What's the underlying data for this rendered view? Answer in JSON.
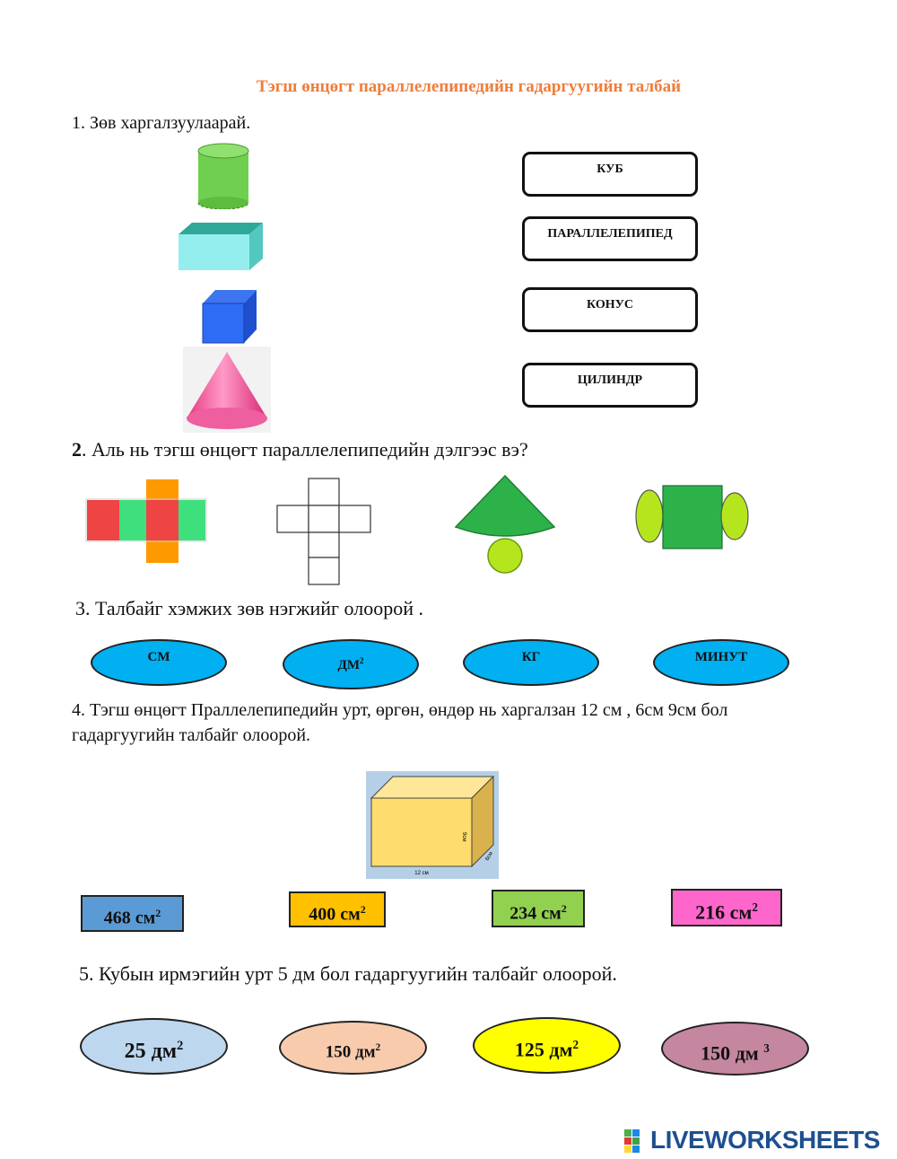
{
  "title": "Тэгш өнцөгт параллелепипедийн гадаргуугийн талбай",
  "q1": {
    "prompt": "1. Зөв харгалзуулаарай.",
    "labels": [
      {
        "text": "КУБ",
        "color": "#fdd96b"
      },
      {
        "text": "ПАРАЛЛЕЛЕПИПЕД",
        "color": "#92d050"
      },
      {
        "text": "КОНУС",
        "color": "#c586a0"
      },
      {
        "text": "ЦИЛИНДР",
        "color": "#6c97c4"
      }
    ],
    "shapes": [
      "cylinder-icon",
      "cuboid-icon",
      "cube-icon",
      "cone-icon"
    ]
  },
  "q2": {
    "prompt_num": "2",
    "prompt_text": ". Аль нь тэгш өнцөгт параллелепипедийн дэлгээс вэ?",
    "options": [
      "colored-net-icon",
      "cube-net-icon",
      "cone-net-icon",
      "cylinder-net-icon"
    ]
  },
  "q3": {
    "prompt": "3. Талбайг  хэмжих зөв нэгжийг олоорой .",
    "options": [
      {
        "text": "СМ",
        "sup": ""
      },
      {
        "text": "ДМ",
        "sup": "2"
      },
      {
        "text": "КГ",
        "sup": ""
      },
      {
        "text": "МИНУТ",
        "sup": ""
      }
    ],
    "color": "#00b0f0"
  },
  "q4": {
    "prompt_line1": "4. Тэгш өнцөгт Праллелепипедийн урт, өргөн, өндөр нь харгалзан 12 см , 6см 9см бол",
    "prompt_line2": "гадаргуугийн талбайг олоорой.",
    "figure_labels": {
      "length": "12 см",
      "width": "6см",
      "height": "9см"
    },
    "options": [
      {
        "text": "468 см",
        "sup": "2",
        "color": "#5b9bd5"
      },
      {
        "text": "400 см",
        "sup": "2",
        "color": "#ffc000"
      },
      {
        "text": "234 см",
        "sup": "2",
        "color": "#92d050"
      },
      {
        "text": "216 см",
        "sup": "2",
        "color": "#ff66cc"
      }
    ]
  },
  "q5": {
    "prompt": "5. Кубын ирмэгийн урт 5 дм бол гадаргуугийн талбайг олоорой.",
    "options": [
      {
        "text": "25 дм",
        "sup": "2",
        "color": "#bdd7ee"
      },
      {
        "text": "150 дм",
        "sup": "2",
        "color": "#f8cbad"
      },
      {
        "text": "125 дм",
        "sup": "2",
        "color": "#ffff00"
      },
      {
        "text": "150 дм ",
        "sup": "3",
        "color": "#c586a0"
      }
    ]
  },
  "footer": {
    "logo_text": "LIVEWORKSHEETS"
  }
}
